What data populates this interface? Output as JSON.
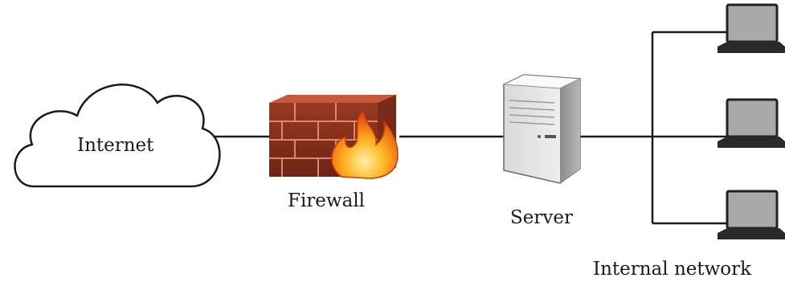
{
  "nodes": {
    "internet": {
      "label": "Internet"
    },
    "firewall": {
      "label": "Firewall"
    },
    "server": {
      "label": "Server"
    },
    "internal_network": {
      "label": "Internal network",
      "laptop_count": 3
    }
  },
  "colors": {
    "line": "#1a1a1a",
    "brick": "#b5472c",
    "flame": "#f08a1a",
    "server_body": "#e9e9e9",
    "screen": "#a9a9a9"
  }
}
